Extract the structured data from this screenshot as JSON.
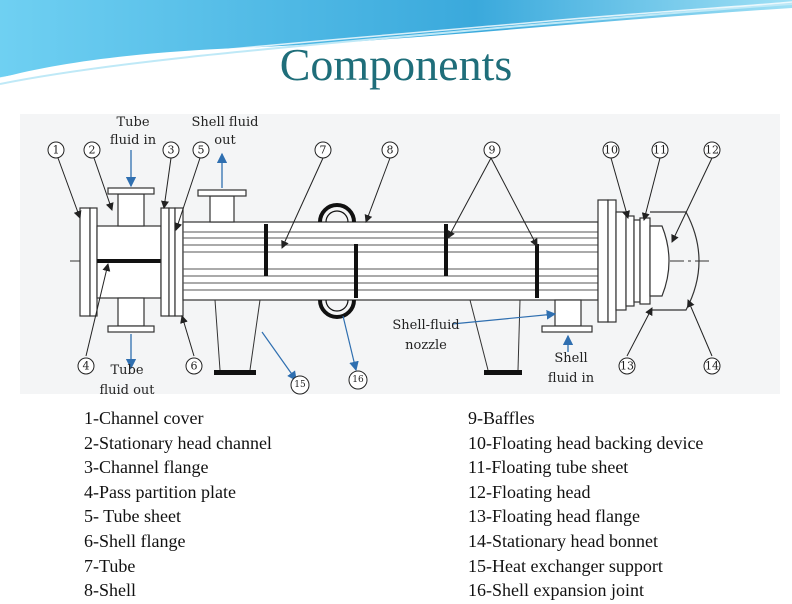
{
  "title": "Components",
  "diagram_labels": {
    "tube_fluid_in": [
      "Tube",
      "fluid in"
    ],
    "shell_fluid_out": [
      "Shell fluid",
      "out"
    ],
    "shell_fluid_nozzle": [
      "Shell-fluid",
      "nozzle"
    ],
    "shell_fluid_in": [
      "Shell",
      "fluid in"
    ],
    "tube_fluid_out": [
      "Tube",
      "fluid out"
    ]
  },
  "callout_numbers": [
    "1",
    "2",
    "3",
    "5",
    "7",
    "8",
    "9",
    "10",
    "11",
    "12",
    "4",
    "6",
    "15",
    "16",
    "13",
    "14"
  ],
  "legend_left": [
    "1-Channel cover",
    "2-Stationary head channel",
    "3-Channel flange",
    "4-Pass partition plate",
    "5- Tube sheet",
    "6-Shell flange",
    "7-Tube",
    "8-Shell"
  ],
  "legend_right": [
    "9-Baffles",
    "10-Floating head backing device",
    "11-Floating tube sheet",
    "12-Floating head",
    "13-Floating head flange",
    "14-Stationary head bonnet",
    "15-Heat exchanger support",
    "16-Shell expansion joint"
  ],
  "colors": {
    "title": "#1f6e7a",
    "arrow_blue": "#2f6fb0",
    "header_wave": "#5cc0e6"
  }
}
